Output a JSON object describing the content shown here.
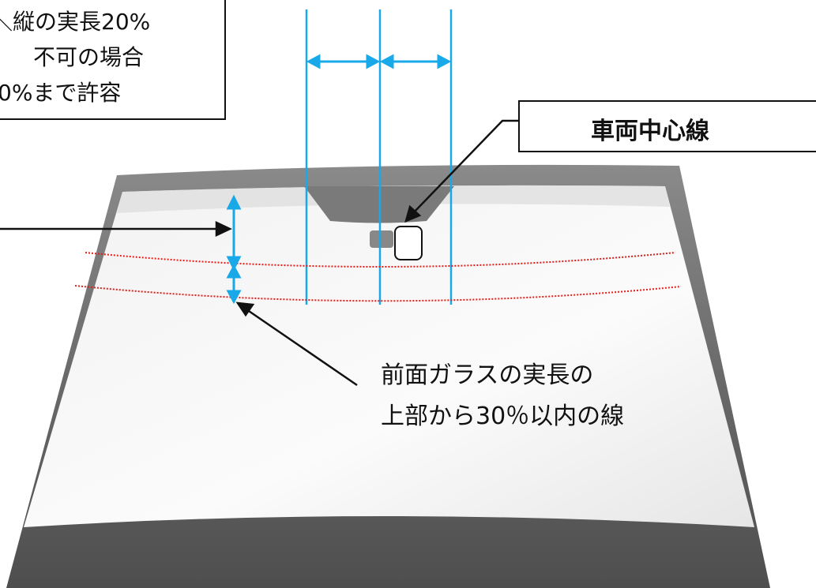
{
  "note_box": {
    "lines": [
      "＼縦の実長20%",
      "不可の場合",
      "0%まで許容"
    ]
  },
  "center_line_label": "車両中心線",
  "upper_area_label": {
    "lines": [
      "前面ガラスの実長の",
      "上部から30％以内の線"
    ]
  },
  "colors": {
    "arrow_blue": "#19a9e8",
    "dotted_red": "#e0201a",
    "frame_gray": "#6f6f6f",
    "glass_white": "#f4f4f4",
    "outline": "#111111"
  },
  "icons": {
    "double_arrow": "blue-double-arrow-icon",
    "pointer_arrow": "black-pointer-arrow-icon",
    "sensor": "rounded-square-sensor-icon"
  }
}
